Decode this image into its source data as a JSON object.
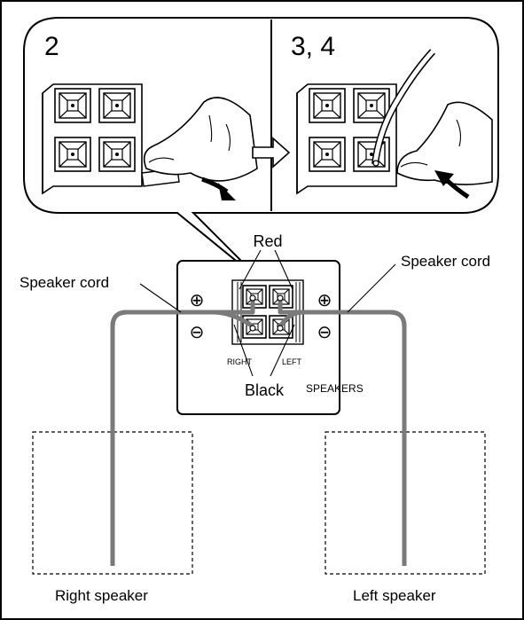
{
  "steps": {
    "left": "2",
    "right": "3, 4"
  },
  "labels": {
    "red": "Red",
    "black": "Black",
    "speaker_cord_left": "Speaker cord",
    "speaker_cord_right": "Speaker cord",
    "plus_right": "⊕",
    "plus_left": "⊕",
    "minus_right": "⊖",
    "minus_left": "⊖",
    "right": "RIGHT",
    "left": "LEFT",
    "speakers": "SPEAKERS",
    "right_speaker": "Right speaker",
    "left_speaker": "Left speaker"
  },
  "colors": {
    "cord": "#7a7a7a",
    "line": "#000000"
  }
}
